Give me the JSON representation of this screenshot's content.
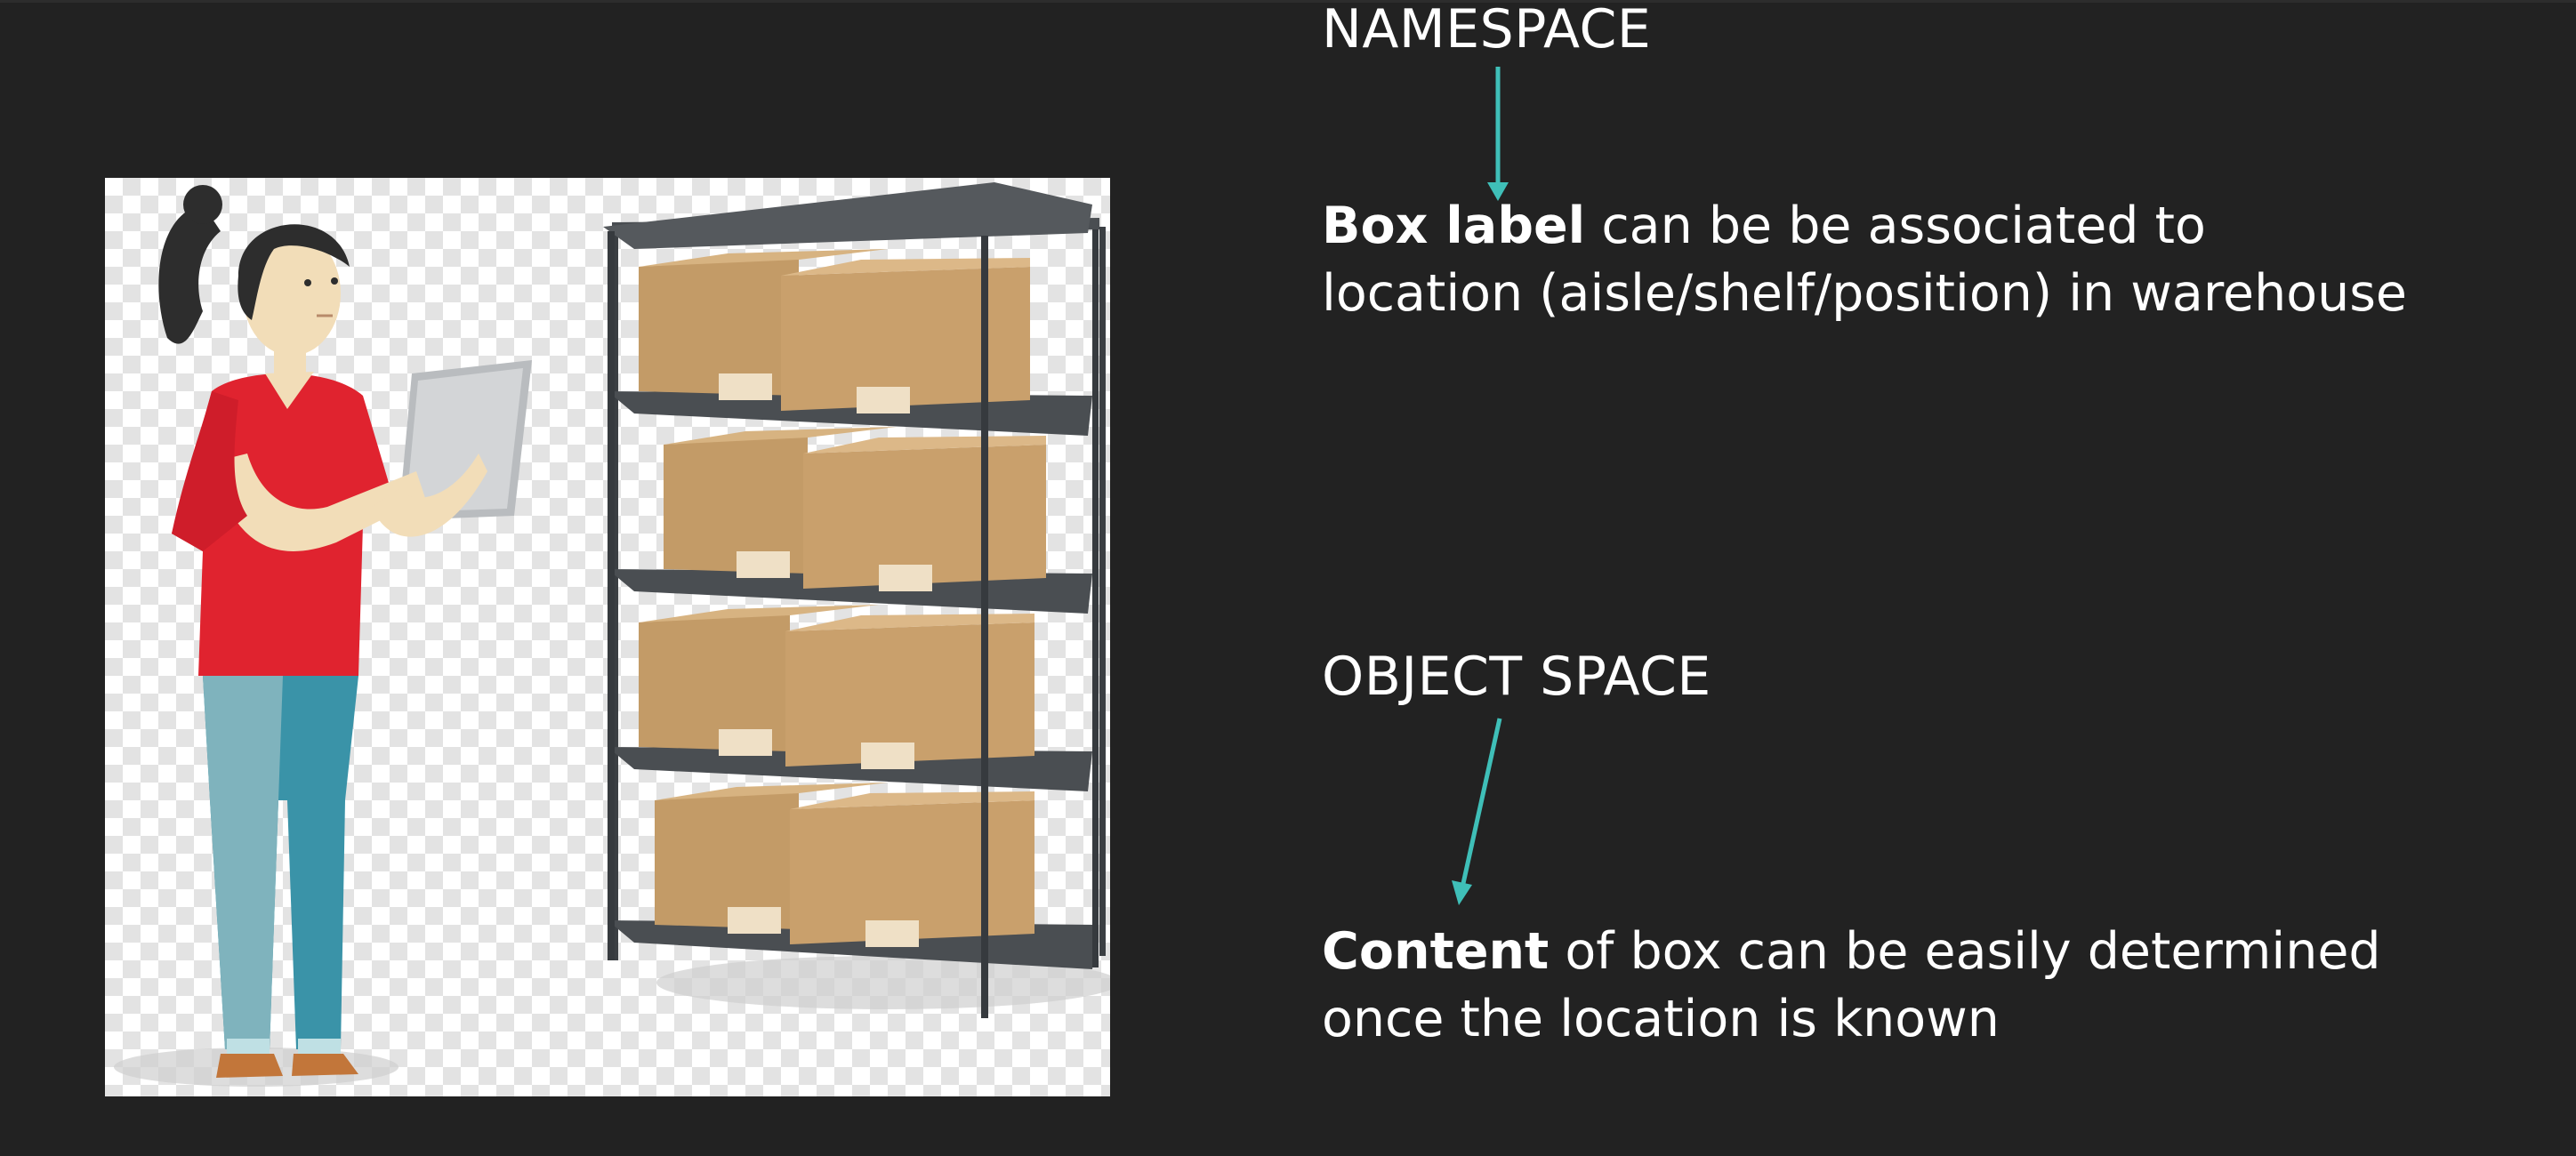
{
  "slide": {
    "background_color": "#222222",
    "accent_color": "#3fbfb8"
  },
  "namespace": {
    "heading": "NAMESPACE",
    "caption_bold": "Box label",
    "caption_line1_rest": " can be be associated to",
    "caption_line2": "location (aisle/shelf/position) in warehouse"
  },
  "object_space": {
    "heading": "OBJECT SPACE",
    "caption_bold": "Content",
    "caption_line1_rest": " of box can be easily determined",
    "caption_line2": "once the location is known"
  },
  "illustration": {
    "subject": "warehouse-worker-with-tablet-and-shelf-of-boxes",
    "shirt_color": "#e0232f",
    "pants_color": "#3a93a8",
    "box_color": "#c9a06c",
    "shelf_color": "#45494d"
  }
}
